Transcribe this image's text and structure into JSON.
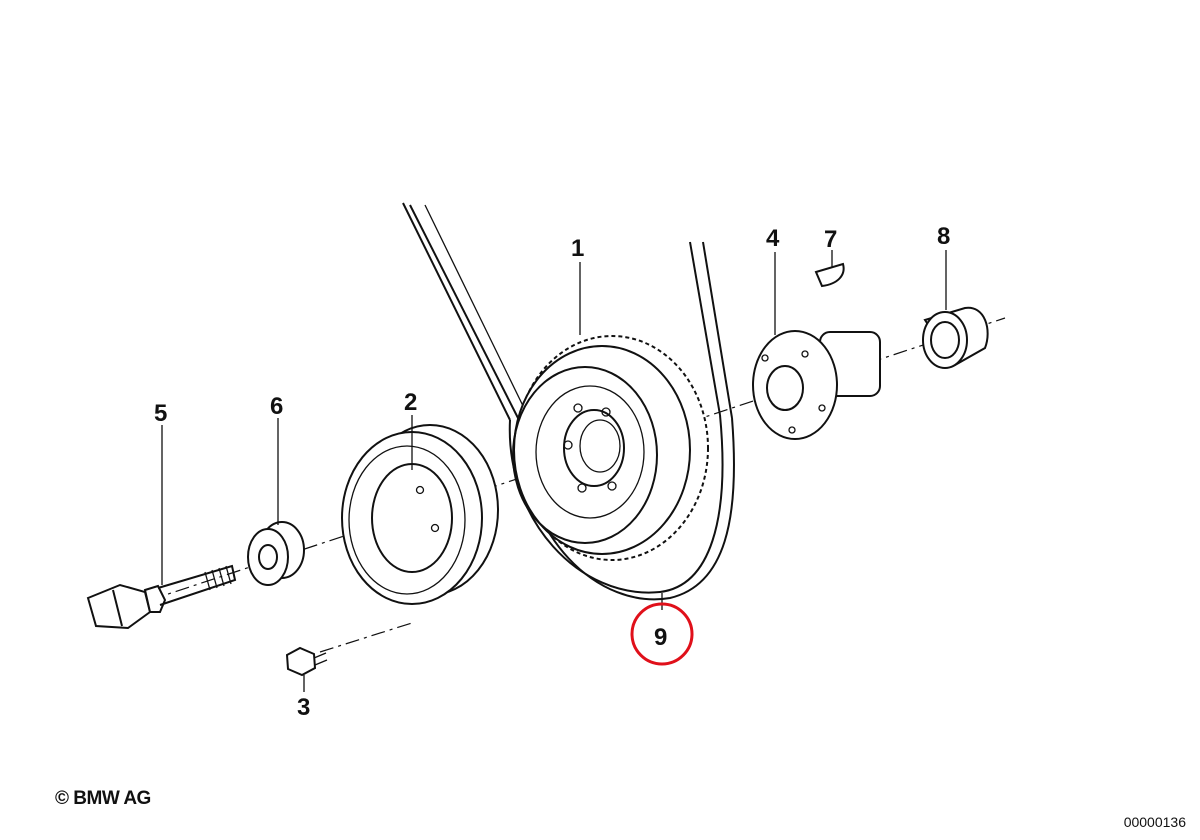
{
  "parts": [
    {
      "number": "1"
    },
    {
      "number": "2"
    },
    {
      "number": "3"
    },
    {
      "number": "4"
    },
    {
      "number": "5"
    },
    {
      "number": "6"
    },
    {
      "number": "7"
    },
    {
      "number": "8"
    },
    {
      "number": "9",
      "highlighted": true
    }
  ],
  "highlight_color": "#e0101a",
  "copyright": "© BMW AG",
  "diagram_id": "00000136"
}
